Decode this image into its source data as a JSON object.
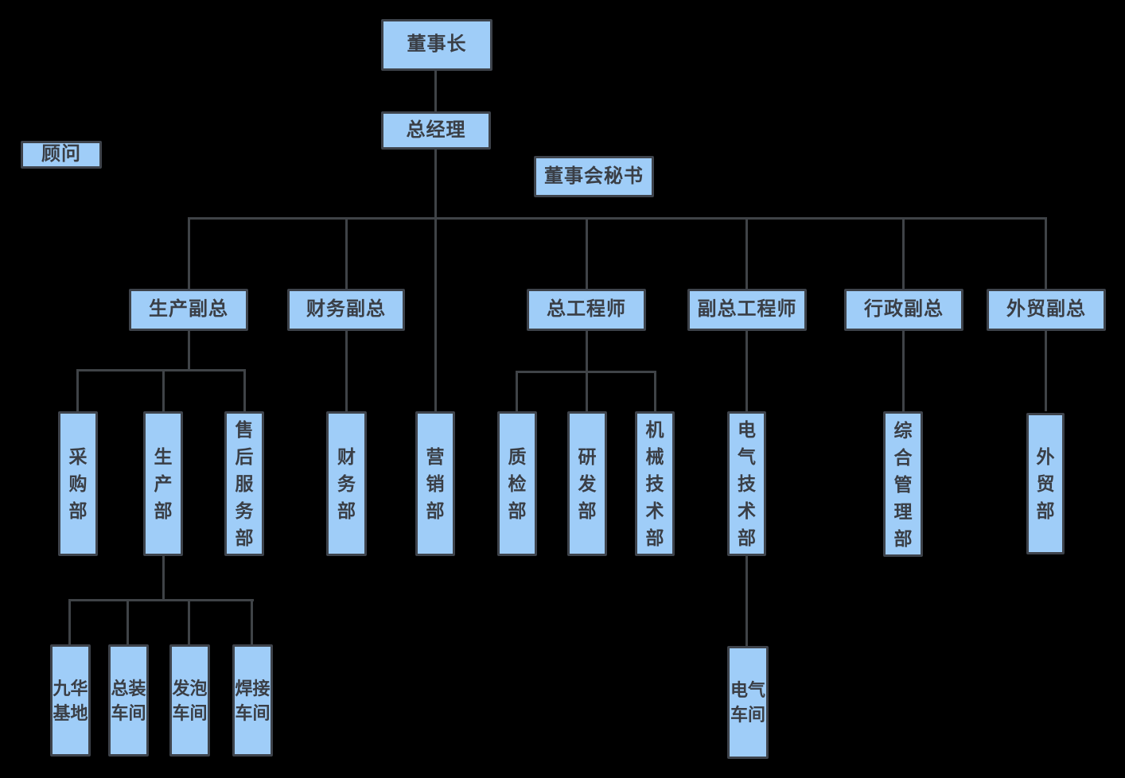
{
  "theme": {
    "canvas_bg": "#000000",
    "node_fill": "#9fcdf8",
    "node_border": "#3e434b",
    "line_color": "#3f4347",
    "text_color": "#3a3e45"
  },
  "chart_title": "",
  "nodes": {
    "chairman": {
      "label": "董事长"
    },
    "general_manager": {
      "label": "总经理"
    },
    "advisor": {
      "label": "顾问"
    },
    "board_secretary": {
      "label": "董事会秘书"
    },
    "production_vp": {
      "label": "生产副总"
    },
    "finance_vp": {
      "label": "财务副总"
    },
    "chief_engineer": {
      "label": "总工程师"
    },
    "deputy_chief_engineer": {
      "label": "副总工程师"
    },
    "admin_vp": {
      "label": "行政副总"
    },
    "foreign_trade_vp": {
      "label": "外贸副总"
    },
    "purchasing_dept": {
      "label": "采购部"
    },
    "production_dept": {
      "label": "生产部"
    },
    "after_sales_service_dept": {
      "label": "售后服务部"
    },
    "finance_dept": {
      "label": "财务部"
    },
    "marketing_dept": {
      "label": "营销部"
    },
    "quality_inspection_dept": {
      "label": "质检部"
    },
    "rnd_dept": {
      "label": "研发部"
    },
    "mechanical_tech_dept": {
      "label": "机械技术部"
    },
    "electrical_tech_dept": {
      "label": "电气技术部"
    },
    "general_management_dept": {
      "label": "综合管理部"
    },
    "foreign_trade_dept": {
      "label": "外贸部"
    },
    "jiuhua_base": {
      "label": "九华基地"
    },
    "assembly_workshop": {
      "label": "总装车间"
    },
    "foaming_workshop": {
      "label": "发泡车间"
    },
    "welding_workshop": {
      "label": "焊接车间"
    },
    "electrical_workshop": {
      "label": "电气车间"
    }
  }
}
